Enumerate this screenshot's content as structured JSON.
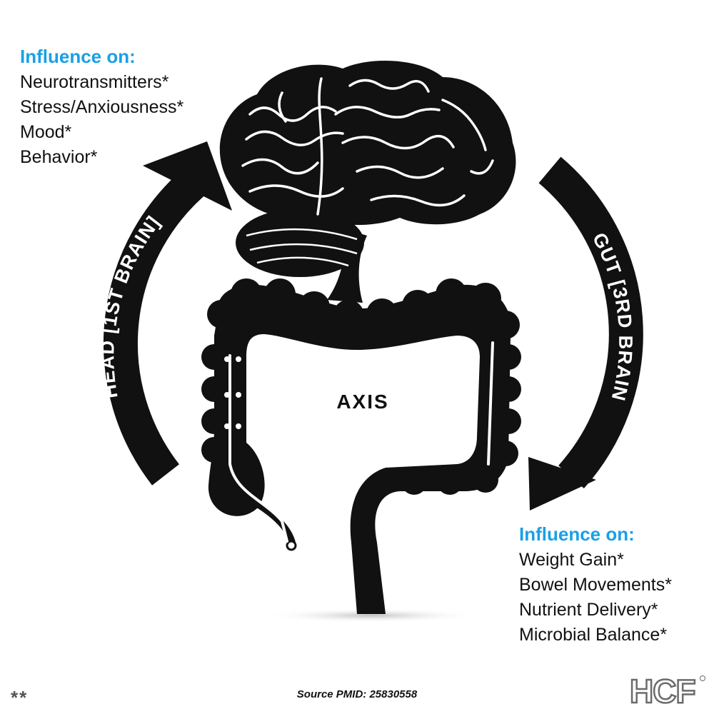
{
  "colors": {
    "accent": "#1aa0e6",
    "ink": "#111111",
    "logo": "#6b6b6b"
  },
  "brain_section": {
    "heading": "Influence on:",
    "items": [
      "Neurotransmitters*",
      "Stress/Anxiousness*",
      "Mood*",
      "Behavior*"
    ]
  },
  "gut_section": {
    "heading": "Influence on:",
    "items": [
      "Weight Gain*",
      "Bowel Movements*",
      "Nutrient Delivery*",
      "Microbial Balance*"
    ]
  },
  "left_arrow_label": "HEAD [1ST BRAIN]",
  "right_arrow_label": "GUT [3RD BRAIN",
  "center_label": "AXIS",
  "source": "Source PMID: 25830558",
  "footnote": "**",
  "logo_text": "HCF",
  "icons": {
    "brain": "brain-icon",
    "intestine": "intestine-icon"
  }
}
